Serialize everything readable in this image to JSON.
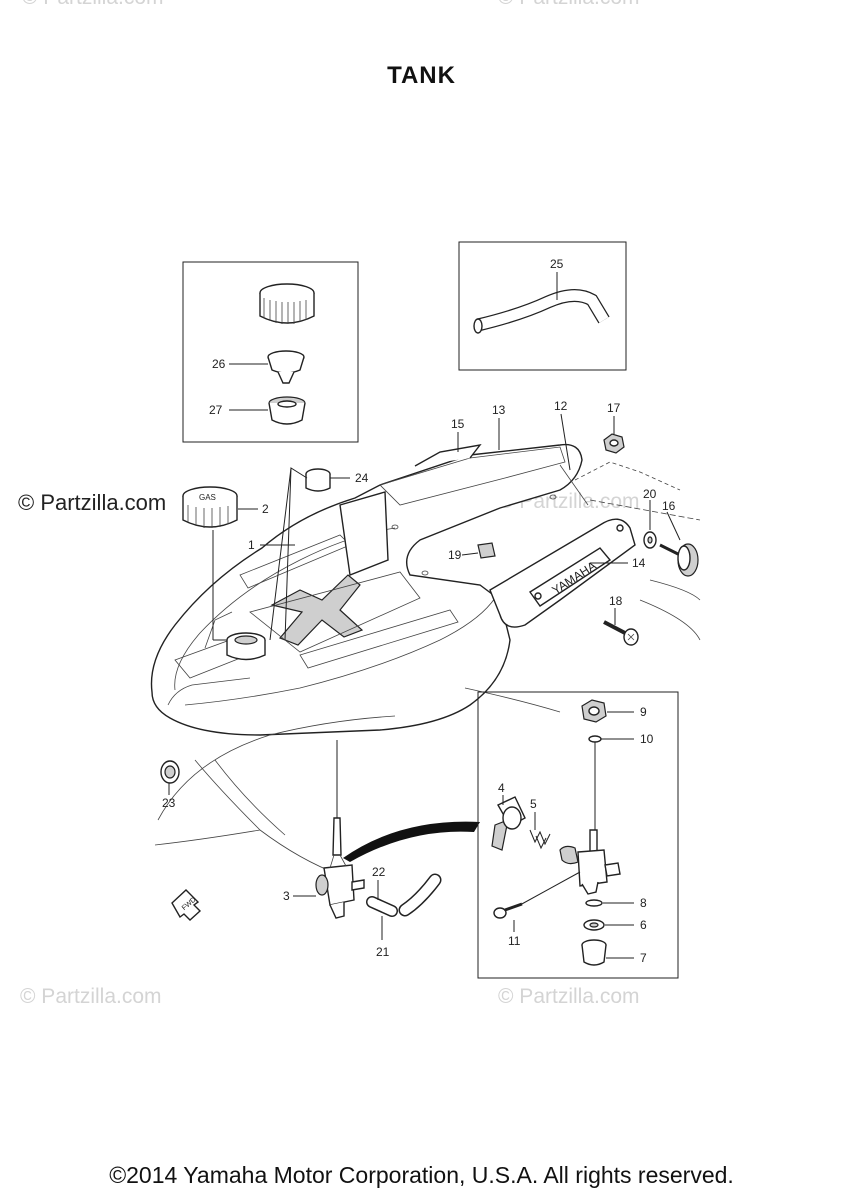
{
  "title": "TANK",
  "watermarks": {
    "top_left": "© Partzilla.com",
    "top_right": "© Partzilla.com",
    "mid_left": "© Partzilla.com",
    "mid_right": "© Partzilla.com",
    "bottom_left": "© Partzilla.com",
    "bottom_right": "© Partzilla.com"
  },
  "brand_decal": "YAMAHA",
  "fwd_marker": "FWD",
  "cap_text": "GAS",
  "callouts": {
    "p1": "1",
    "p2": "2",
    "p3": "3",
    "p4": "4",
    "p5": "5",
    "p6": "6",
    "p7": "7",
    "p8": "8",
    "p9": "9",
    "p10": "10",
    "p11": "11",
    "p12": "12",
    "p13": "13",
    "p14": "14",
    "p15": "15",
    "p16": "16",
    "p17": "17",
    "p18": "18",
    "p19": "19",
    "p20": "20",
    "p21": "21",
    "p22": "22",
    "p23": "23",
    "p24": "24",
    "p25": "25",
    "p26": "26",
    "p27": "27"
  },
  "copyright": "©2014 Yamaha Motor Corporation, U.S.A. All rights reserved."
}
